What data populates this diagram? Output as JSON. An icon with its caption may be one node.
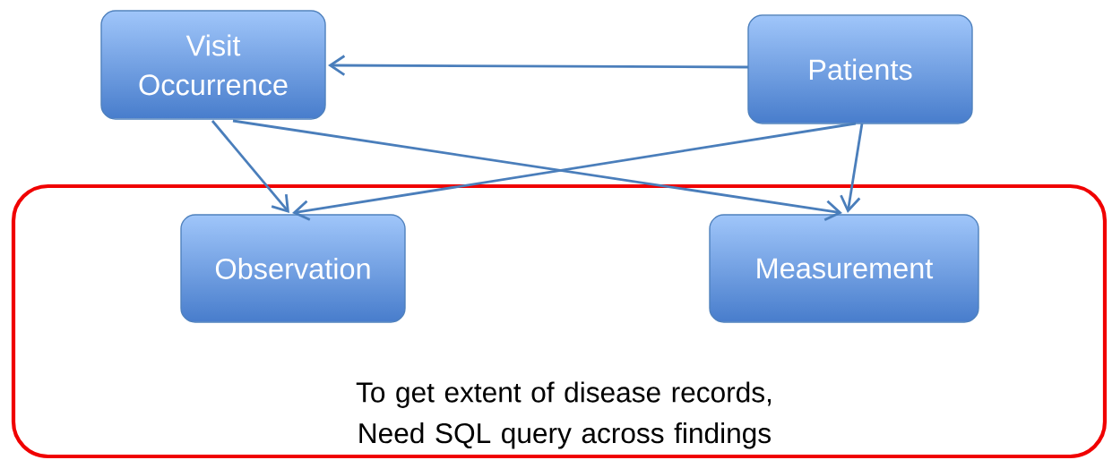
{
  "diagram": {
    "nodes": [
      {
        "text": [
          "Visit Occurrence"
        ]
      },
      {
        "text": [
          "Patients"
        ]
      },
      {
        "text": [
          "To get extent of disease records, Need SQL query across findings"
        ]
      },
      {
        "text": [
          "Observation"
        ],
        "in": 2
      },
      {
        "text": [
          "Measurement"
        ],
        "in": 2
      }
    ],
    "edges": [
      {
        "from": 1,
        "to": 0,
        "arrow": "to"
      },
      {
        "from": 0,
        "to": 3,
        "arrow": "to"
      },
      {
        "from": 0,
        "to": 4,
        "arrow": "to"
      },
      {
        "from": 1,
        "to": 3,
        "arrow": "to"
      },
      {
        "from": 1,
        "to": 4,
        "arrow": "to"
      }
    ]
  }
}
